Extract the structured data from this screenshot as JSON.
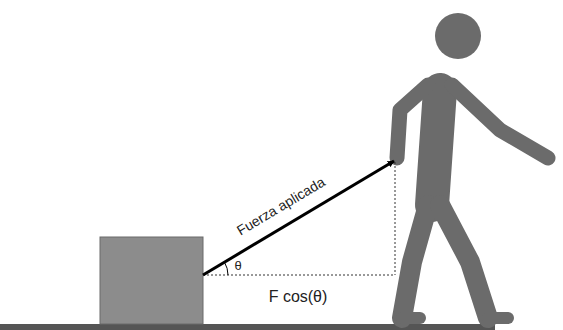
{
  "diagram": {
    "labels": [
      "Fuerza aplicada",
      "θ",
      "F cos(θ)"
    ]
  }
}
